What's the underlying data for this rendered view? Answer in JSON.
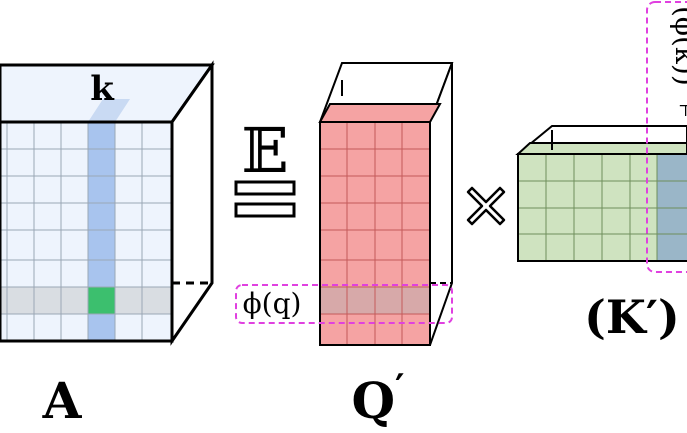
{
  "labels": {
    "k": "k",
    "A": "A",
    "Q_prime": "Q",
    "prime": "′",
    "expectation": "𝔼",
    "times": "×",
    "phi_q": "ϕ(q)",
    "phi_k": "(ϕ(k))",
    "K_prime": "(K′)",
    "k_T": "⊤"
  },
  "colors": {
    "grid_blue_fill": "#eef4fd",
    "grid_line": "#9aa7b5",
    "column_blue": "#a8c4ee",
    "row_gray": "#d9dde2",
    "cell_green": "#3cbf6e",
    "q_red": "#f5a3a3",
    "q_red_line": "#c45a5a",
    "k_green": "#cfe3c0",
    "k_blue_col": "#9ab6c8",
    "dashed_magenta": "#e040e0"
  }
}
